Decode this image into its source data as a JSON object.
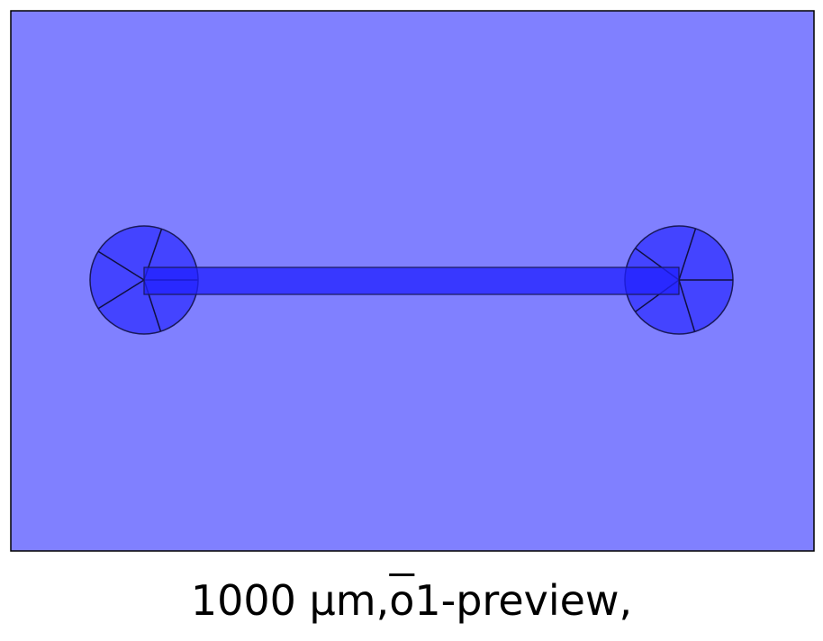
{
  "caption": {
    "prefix": "1000 µm,",
    "overlined": "o",
    "suffix": "1-preview,"
  },
  "colors": {
    "substrate_fill": "#8080ff",
    "substrate_stroke": "#000000",
    "channel_fill": "#2a2aff",
    "pad_fill": "#3a3aff",
    "outline": "#1a1a5a",
    "segment_line": "#101040"
  },
  "diagram": {
    "parts": [
      "substrate",
      "channel",
      "left-pad",
      "right-pad"
    ]
  }
}
